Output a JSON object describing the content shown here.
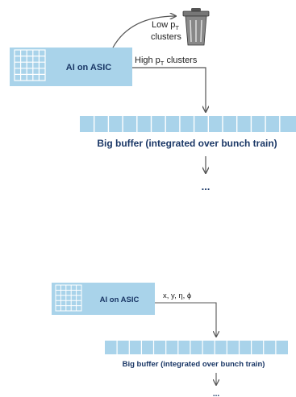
{
  "top": {
    "asic_label": "AI on ASIC",
    "low_pt": {
      "prefix": "Low p",
      "sub": "T",
      "line2": "clusters"
    },
    "high_pt": {
      "prefix": "High p",
      "sub": "T",
      "suffix": " clusters"
    },
    "buffer_label": "Big buffer (integrated over bunch train)",
    "ellipsis": "..."
  },
  "bottom": {
    "asic_label": "AI on ASIC",
    "coords_label": "x, y, η, ϕ",
    "buffer_label": "Big buffer (integrated over bunch train)",
    "ellipsis": "..."
  },
  "colors": {
    "asic_fill": "#a9d3ea",
    "buffer_fill": "#a9d3ea",
    "title_text": "#1a3766",
    "arrow": "#555555",
    "trash": "#777777"
  },
  "icons": {
    "trash": "trash-can-icon",
    "grid": "chip-grid-icon"
  }
}
